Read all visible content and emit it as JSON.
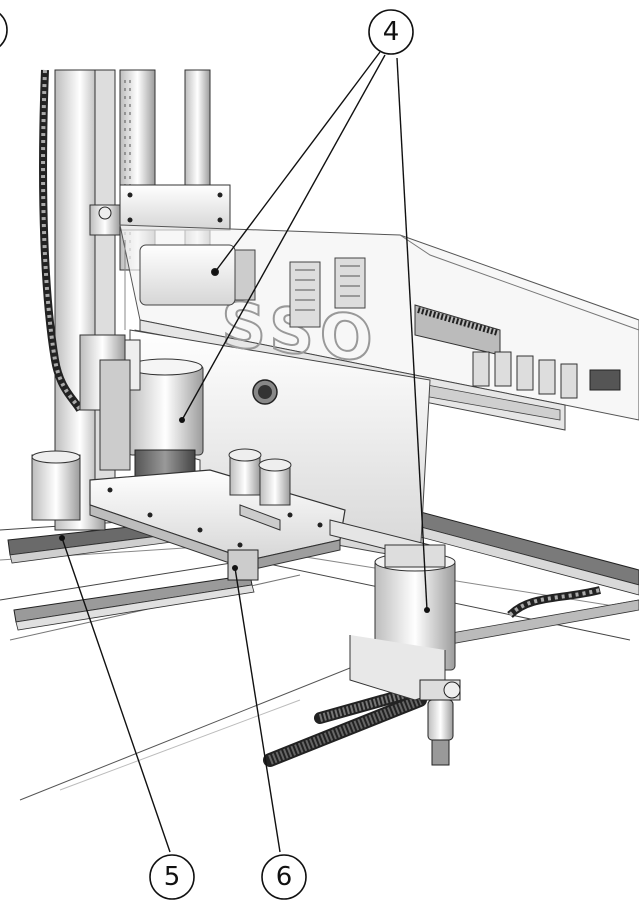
{
  "callouts": {
    "partial_left": "",
    "c4": "4",
    "c5": "5",
    "c6": "6"
  },
  "machine": {
    "side_logo": "SSO"
  }
}
